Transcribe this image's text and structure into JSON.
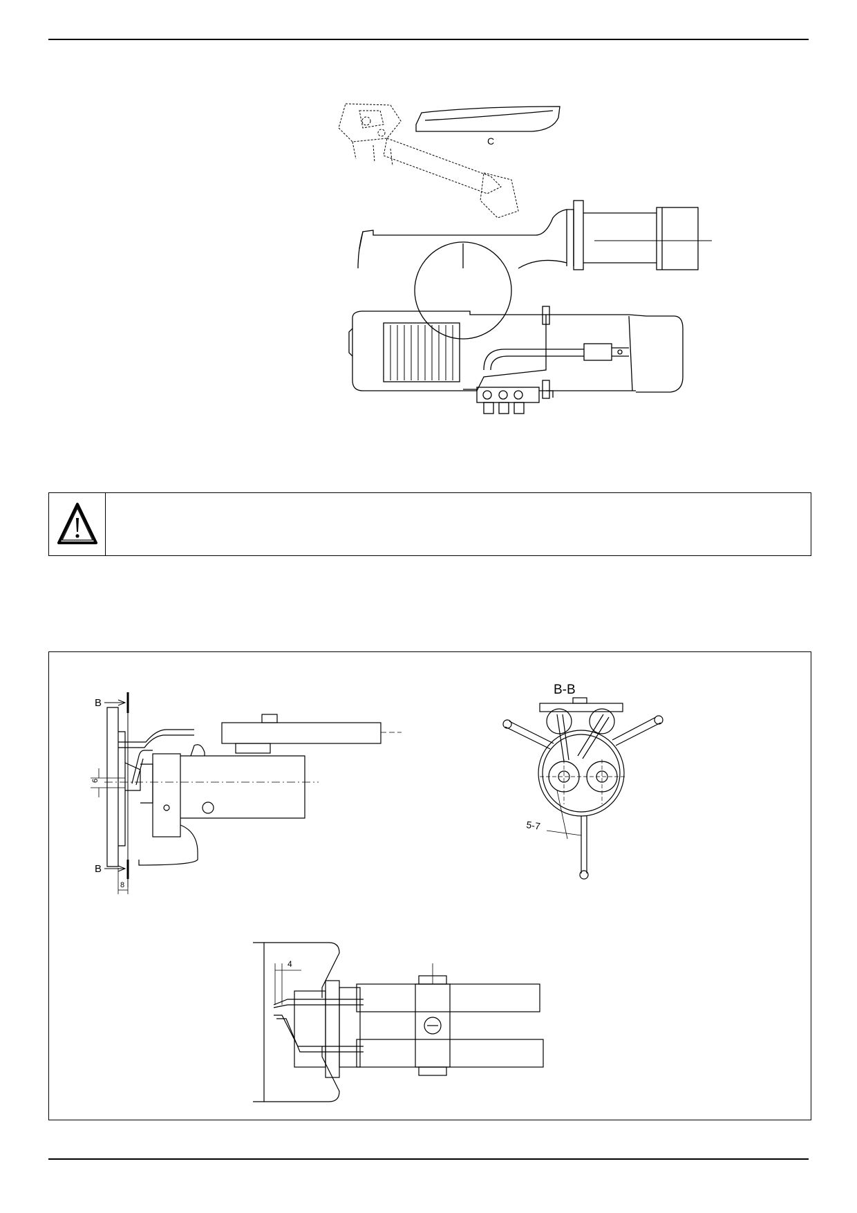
{
  "figure_top": {
    "part_label": "C"
  },
  "warning": {
    "icon": "warning-triangle-icon",
    "text": ""
  },
  "figure_bottom": {
    "section_title": "B-B",
    "section_marker_top": "B",
    "section_marker_bottom": "B",
    "dim_vertical": "6",
    "dim_horizontal": "8",
    "dim_angle": "5-7",
    "dim_top_view": "4"
  }
}
